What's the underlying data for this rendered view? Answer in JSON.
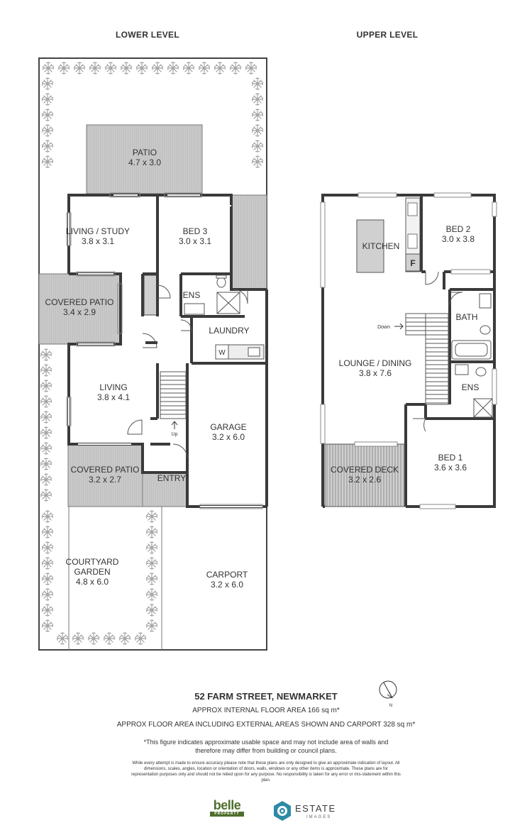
{
  "lower_level": {
    "title": "LOWER LEVEL",
    "rooms": [
      {
        "id": "patio",
        "name": "PATIO",
        "size": "4.7 x 3.0"
      },
      {
        "id": "living-study",
        "name": "LIVING / STUDY",
        "size": "3.8 x 3.1"
      },
      {
        "id": "bed3",
        "name": "BED 3",
        "size": "3.0 x 3.1"
      },
      {
        "id": "covered-patio-1",
        "name": "COVERED PATIO",
        "size": "3.4 x 2.9"
      },
      {
        "id": "ens-lower",
        "name": "ENS",
        "size": ""
      },
      {
        "id": "laundry",
        "name": "LAUNDRY",
        "size": ""
      },
      {
        "id": "living",
        "name": "LIVING",
        "size": "3.8 x 4.1"
      },
      {
        "id": "garage",
        "name": "GARAGE",
        "size": "3.2 x 6.0"
      },
      {
        "id": "covered-patio-2",
        "name": "COVERED PATIO",
        "size": "3.2 x 2.7"
      },
      {
        "id": "entry",
        "name": "ENTRY",
        "size": ""
      },
      {
        "id": "courtyard",
        "name": "COURTYARD",
        "name2": "GARDEN",
        "size": "4.8 x 6.0"
      },
      {
        "id": "carport",
        "name": "CARPORT",
        "size": "3.2 x 6.0"
      }
    ],
    "up_label": "Up",
    "washer_label": "W"
  },
  "upper_level": {
    "title": "UPPER LEVEL",
    "rooms": [
      {
        "id": "kitchen",
        "name": "KITCHEN",
        "size": ""
      },
      {
        "id": "bed2",
        "name": "BED 2",
        "size": "3.0 x 3.8"
      },
      {
        "id": "bath",
        "name": "BATH",
        "size": ""
      },
      {
        "id": "lounge-dining",
        "name": "LOUNGE / DINING",
        "size": "3.8 x 7.6"
      },
      {
        "id": "ens-upper",
        "name": "ENS",
        "size": ""
      },
      {
        "id": "covered-deck",
        "name": "COVERED DECK",
        "size": "3.2 x 2.6"
      },
      {
        "id": "bed1",
        "name": "BED 1",
        "size": "3.6 x 3.6"
      }
    ],
    "down_label": "Down",
    "fridge_label": "F"
  },
  "compass_label": "N",
  "footer": {
    "address": "52 FARM STREET, NEWMARKET",
    "internal_area": "APPROX INTERNAL FLOOR AREA 166 sq m*",
    "total_area": "APPROX FLOOR AREA INCLUDING EXTERNAL AREAS SHOWN AND CARPORT 328 sq m*",
    "note_line1": "*This figure indicates approximate usable space and may not include area of walls and",
    "note_line2": "therefore may differ from building or council plans.",
    "disclaimer": "While every attempt is made to ensure accuracy please note that these plans are only designed to give an approximate indication of layout. All dimensions, scales, angles, location or orientation of doors, walls, windows or any other items is approximate. These plans are for representation purposes only and should not be relied upon for any purpose. No responsibility is taken for any error or mis-statement within this plan."
  },
  "logos": {
    "belle_word": "belle",
    "belle_sub": "PROPERTY",
    "estate_word": "ESTATE",
    "estate_sub": "IMAGES"
  }
}
